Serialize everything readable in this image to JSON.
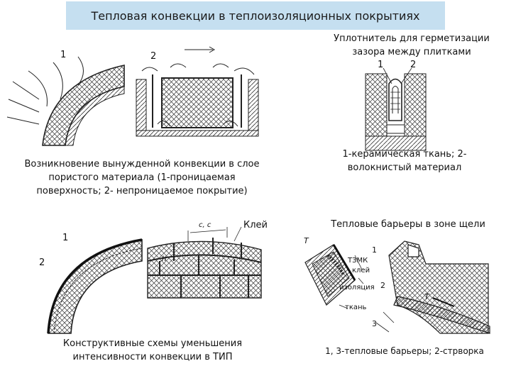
{
  "title": "Тепловая конвекции в теплоизоляционных покрытиях",
  "top_left": {
    "label_1": "1",
    "label_2": "2",
    "caption": [
      "Возникновение вынужденной конвекции в слое",
      "пористого материала (1-проницаемая",
      "поверхность;  2- непроницаемое покрытие)"
    ]
  },
  "top_right": {
    "header": [
      "Уплотнитель для герметизации",
      "зазора между плитками"
    ],
    "label_1": "1",
    "label_2": "2",
    "caption": [
      "1-керамическая ткань; 2-",
      "волокнистый материал"
    ]
  },
  "bottom_left": {
    "label_1": "1",
    "label_2": "2",
    "glue": "Клей",
    "dim_top": "c, c",
    "dim_side": "h",
    "caption": [
      "Конструктивные схемы уменьшения",
      "интенсивности конвекции в ТИП"
    ]
  },
  "bottom_right": {
    "header": "Тепловые барьеры в зоне щели",
    "t_left": "T",
    "t_right": "T",
    "label_1": "1",
    "label_2": "2",
    "label_3": "3",
    "tzmk": "ТЗМК",
    "glue": "клей",
    "insulation": "изоляция",
    "fabric": "ткань",
    "caption": "1, 3-тепловые барьеры; 2-стрворка"
  }
}
